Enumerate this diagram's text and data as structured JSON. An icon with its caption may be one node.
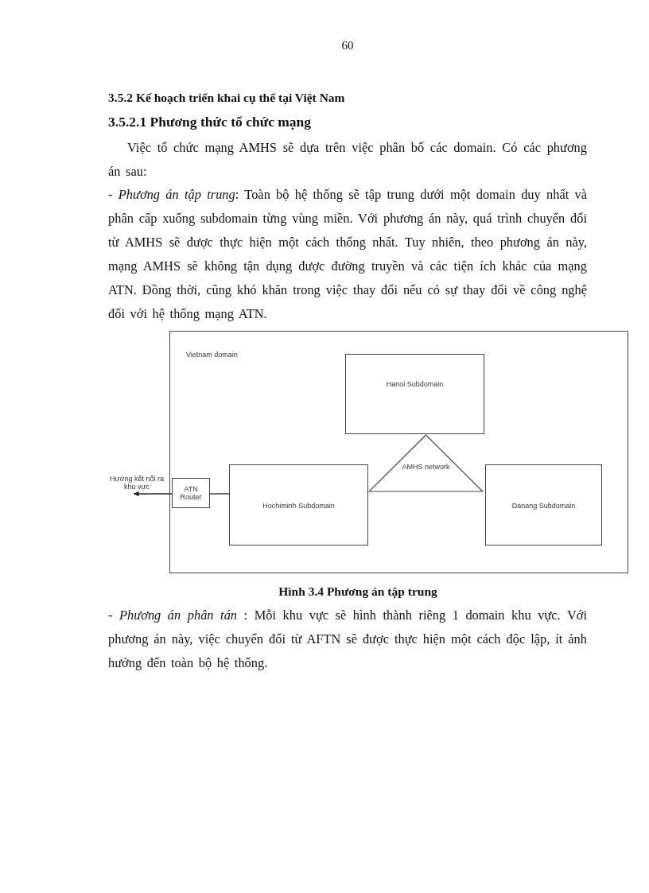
{
  "diagram": {
    "caption": "Hình 3.4 Phương án tập trung",
    "nodes": [
      {
        "text": [
          "Vietnam domain"
        ]
      },
      {
        "text": [
          "Hanoi Subdomain"
        ],
        "in": 0
      },
      {
        "text": [
          "AMHS network"
        ],
        "in": 0
      },
      {
        "text": [
          "Hướng kết nối ra khu vực"
        ]
      },
      {
        "text": [
          "ATN Router"
        ],
        "in": 0
      },
      {
        "text": [
          "Hochiminh Subdomain"
        ],
        "in": 0
      },
      {
        "text": [
          "Danang Subdomain"
        ],
        "in": 0
      }
    ],
    "edges": [
      {
        "from": 4,
        "to": 5,
        "arrow": "none"
      },
      {
        "from": 4,
        "to": 3,
        "arrow": "to"
      }
    ],
    "labels": [
      "60",
      "3.5.2 Kế hoạch triển khai cụ thể tại Việt Nam",
      "3.5.2.1 Phương thức tổ chức mạng",
      "Việc tổ chức mạng AMHS sẽ dựa trên việc phân bố các domain. Có các phương án sau:",
      "- *Phương án tập trung*: Toàn bộ hệ thống sẽ tập trung dưới một domain duy nhất và phân cấp xuống subdomain từng vùng miền. Với phương án này, quá trình chuyển đổi từ AMHS sẽ được thực hiện một cách thống nhất. Tuy nhiên, theo phương án này, mạng AMHS sẽ không tận dụng được đường truyền và các tiện ích khác của mạng ATN. Đồng thời, cũng khó khăn trong việc thay đổi nếu có sự thay đổi về công nghệ đối với hệ thống mạng ATN.",
      "- *Phương án phân tán* : Mỗi khu vực sẽ hình thành riêng 1 domain khu vực. Với phương án này, việc chuyển đổi từ AFTN sẽ được thực hiện một cách độc lập, ít ảnh hưởng đến toàn bộ hệ thống."
    ]
  }
}
